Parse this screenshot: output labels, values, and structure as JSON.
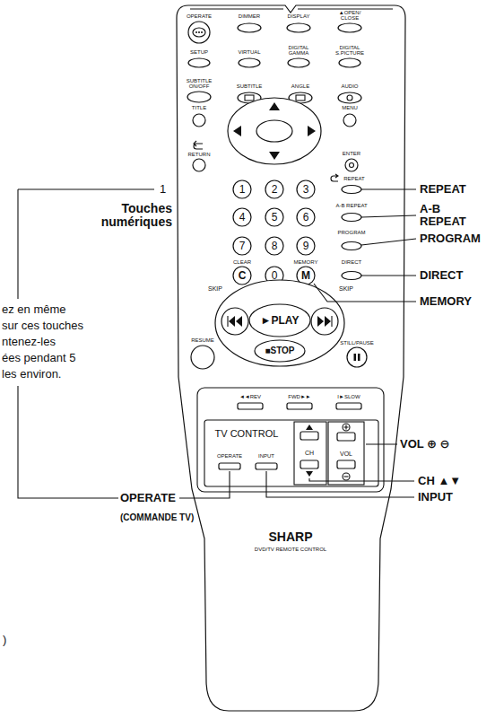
{
  "diagram": {
    "labels": [
      "OPERATE",
      "DIMMER",
      "DISPLAY",
      "▲OPEN/ CLOSE",
      "SETUP",
      "VIRTUAL",
      "DIGITAL GAMMA",
      "DIGITAL S.PICTURE",
      "SUBTITLE ON/OFF",
      "SUBTITLE",
      "ANGLE",
      "AUDIO",
      "TITLE",
      "MENU",
      "RETURN",
      "ENTER",
      "REPEAT",
      "A-B REPEAT",
      "PROGRAM",
      "CLEAR",
      "MEMORY",
      "DIRECT",
      "1",
      "2",
      "3",
      "4",
      "5",
      "6",
      "7",
      "8",
      "9",
      "C",
      "0",
      "M",
      "SKIP",
      "SKIP",
      "►PLAY",
      "RESUME",
      "■STOP",
      "STILL/PAUSE",
      "◄◄REV",
      "FWD►►",
      "I►SLOW",
      "TV CONTROL",
      "OPERATE",
      "INPUT",
      "CH",
      "VOL",
      "SHARP",
      "DVD/TV REMOTE CONTROL",
      "1",
      "Touches numériques",
      "REPEAT",
      "A-B REPEAT",
      "PROGRAM",
      "DIRECT",
      "MEMORY",
      "ez en même",
      "sur ces touches",
      "ntenez-les",
      "ées pendant 5",
      "les environ.",
      "VOL ⊕ ⊖",
      "CH ▲▼",
      "INPUT",
      "OPERATE",
      "(COMMANDE TV)",
      ")"
    ]
  }
}
